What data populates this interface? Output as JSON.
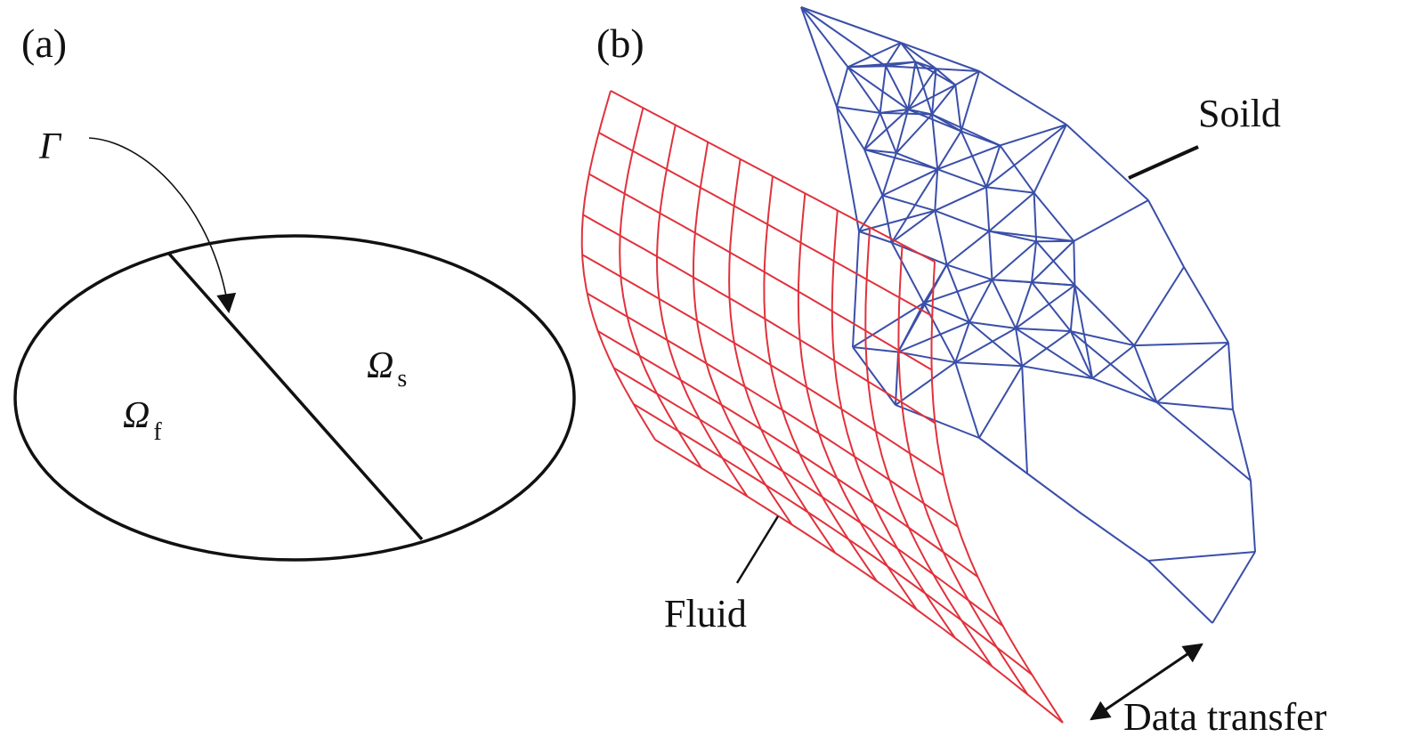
{
  "panel_a": {
    "label": "(a)",
    "interface_symbol": "Γ",
    "fluid_domain": {
      "symbol": "Ω",
      "subscript": "f"
    },
    "solid_domain": {
      "symbol": "Ω",
      "subscript": "s"
    }
  },
  "panel_b": {
    "label": "(b)",
    "solid_label": "Soild",
    "fluid_label": "Fluid",
    "transfer_label": "Data transfer"
  },
  "colors": {
    "fluid_mesh": "#e0323c",
    "solid_mesh": "#3a4fa8",
    "ink": "#111111"
  }
}
